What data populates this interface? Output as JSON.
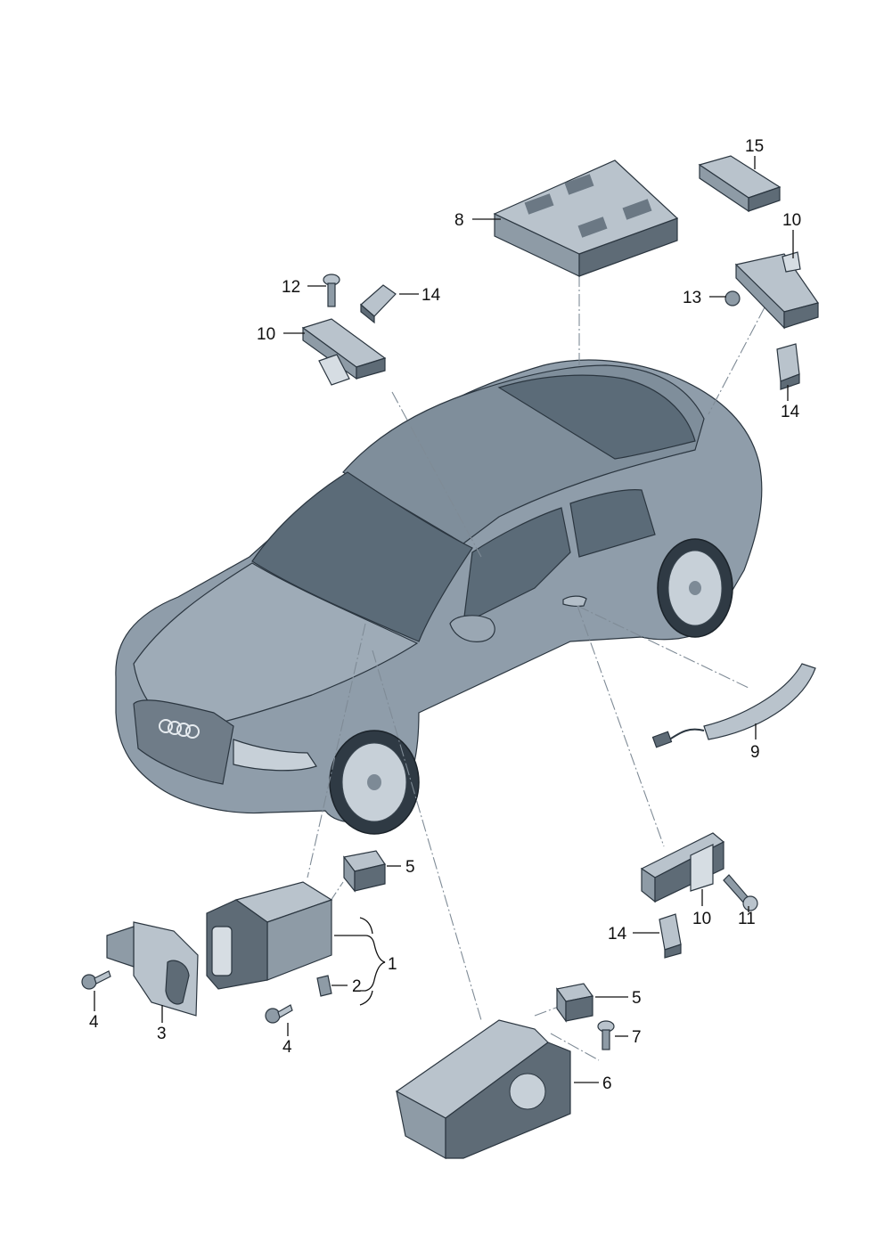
{
  "diagram": {
    "callouts": [
      {
        "id": "c1",
        "text": "1"
      },
      {
        "id": "c2",
        "text": "2"
      },
      {
        "id": "c3",
        "text": "3"
      },
      {
        "id": "c4a",
        "text": "4"
      },
      {
        "id": "c4b",
        "text": "4"
      },
      {
        "id": "c5a",
        "text": "5"
      },
      {
        "id": "c5b",
        "text": "5"
      },
      {
        "id": "c6",
        "text": "6"
      },
      {
        "id": "c7",
        "text": "7"
      },
      {
        "id": "c8",
        "text": "8"
      },
      {
        "id": "c9",
        "text": "9"
      },
      {
        "id": "c10a",
        "text": "10"
      },
      {
        "id": "c10b",
        "text": "10"
      },
      {
        "id": "c10c",
        "text": "10"
      },
      {
        "id": "c11",
        "text": "11"
      },
      {
        "id": "c12",
        "text": "12"
      },
      {
        "id": "c13",
        "text": "13"
      },
      {
        "id": "c14a",
        "text": "14"
      },
      {
        "id": "c14b",
        "text": "14"
      },
      {
        "id": "c14c",
        "text": "14"
      },
      {
        "id": "c15",
        "text": "15"
      }
    ],
    "colors": {
      "car_body": "#8f9daa",
      "car_glass": "#5b6b78",
      "part_light": "#b9c3cc",
      "part_dark": "#5e6b76",
      "linework": "#111111"
    }
  }
}
